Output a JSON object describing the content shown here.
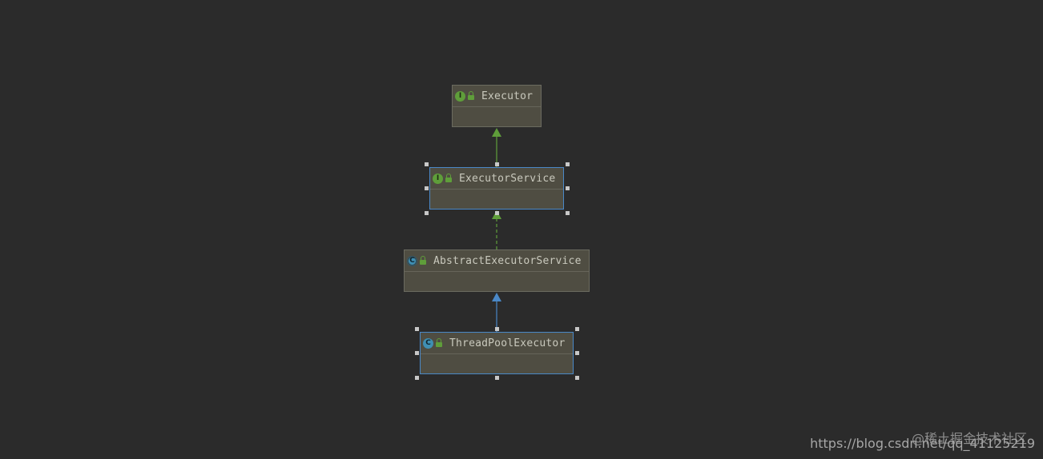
{
  "diagram": {
    "nodes": [
      {
        "id": "executor",
        "label": "Executor",
        "kind": "interface",
        "badge": "I",
        "selected": false
      },
      {
        "id": "executor-service",
        "label": "ExecutorService",
        "kind": "interface",
        "badge": "I",
        "selected": true
      },
      {
        "id": "abstract-executor-service",
        "label": "AbstractExecutorService",
        "kind": "abstract",
        "badge": "C",
        "selected": false
      },
      {
        "id": "thread-pool-executor",
        "label": "ThreadPoolExecutor",
        "kind": "class",
        "badge": "C",
        "selected": true
      }
    ],
    "edges": [
      {
        "from": "executor-service",
        "to": "executor",
        "type": "extends",
        "color": "#5f9e3a"
      },
      {
        "from": "abstract-executor-service",
        "to": "executor-service",
        "type": "implements",
        "color": "#5f9e3a"
      },
      {
        "from": "thread-pool-executor",
        "to": "abstract-executor-service",
        "type": "extends",
        "color": "#4a88c7"
      }
    ]
  },
  "colors": {
    "background": "#2b2b2b",
    "node_fill": "#4f4d42",
    "selection_border": "#4a88c7",
    "interface_badge": "#5f9e3a",
    "class_badge": "#3f8fb3"
  },
  "icons": {
    "interface": "interface-badge-icon",
    "class": "class-badge-icon",
    "abstract": "abstract-class-badge-icon",
    "visibility": "public-lock-icon"
  },
  "watermark": {
    "text": "https://blog.csdn.net/qq_41125219",
    "overlay": "@稀土掘金技术社区"
  }
}
